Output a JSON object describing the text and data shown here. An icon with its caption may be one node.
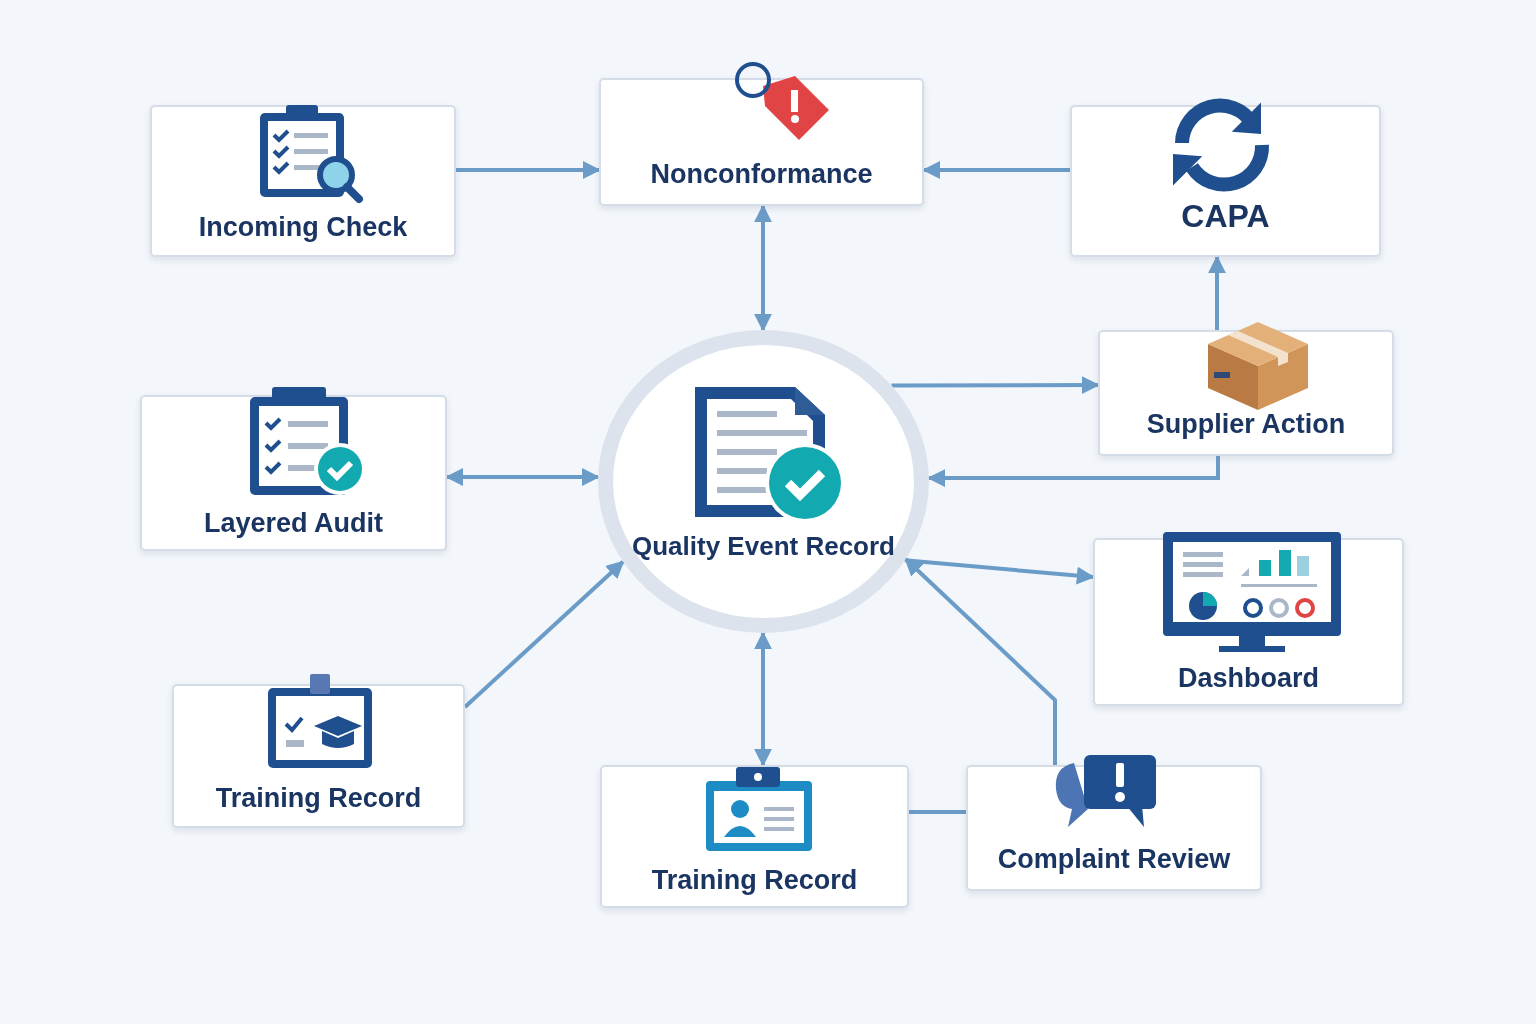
{
  "diagram": {
    "nodes": [
      {
        "text": [
          "Incoming Check"
        ]
      },
      {
        "text": [
          "Nonconformance"
        ]
      },
      {
        "text": [
          "CAPA"
        ]
      },
      {
        "text": [
          "Layered Audit"
        ]
      },
      {
        "text": [
          "Quality Event Record"
        ]
      },
      {
        "text": [
          "Supplier Action"
        ]
      },
      {
        "text": [
          "Training Record"
        ]
      },
      {
        "text": [
          "Dashboard"
        ]
      },
      {
        "text": [
          "Training Record"
        ]
      },
      {
        "text": [
          "Complaint Review"
        ]
      }
    ],
    "edges": [
      {
        "from": 0,
        "to": 1,
        "arrow": "to"
      },
      {
        "from": 2,
        "to": 1,
        "arrow": "to"
      },
      {
        "from": 1,
        "to": 4,
        "arrow": "both"
      },
      {
        "from": 5,
        "to": 2,
        "arrow": "to"
      },
      {
        "from": 4,
        "to": 5,
        "arrow": "to"
      },
      {
        "from": 5,
        "to": 4,
        "arrow": "to"
      },
      {
        "from": 3,
        "to": 4,
        "arrow": "both"
      },
      {
        "from": 6,
        "to": 4,
        "arrow": "to"
      },
      {
        "from": 4,
        "to": 7,
        "arrow": "to"
      },
      {
        "from": 9,
        "to": 4,
        "arrow": "to"
      },
      {
        "from": 4,
        "to": 8,
        "arrow": "both"
      },
      {
        "from": 8,
        "to": 9,
        "arrow": "none"
      }
    ]
  }
}
